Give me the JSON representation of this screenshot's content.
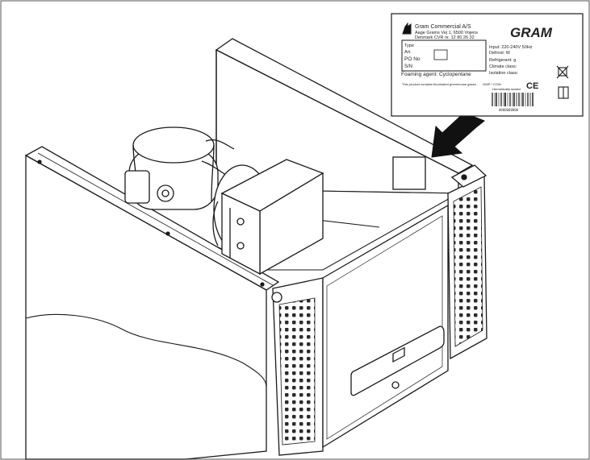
{
  "label": {
    "company": "Gram Commercial A/S",
    "address_line": "Aage Grams Vej 1, 6500 Vojens",
    "country_line": "Denmark CVR nr. 12 80 26 32",
    "type_label": "Type",
    "art_label": "Art.",
    "po_label": "PO No",
    "sn_label": "S/N",
    "right_line1": "Input: 220-240V 50Hz",
    "right_line2": "Defrost: W",
    "right_line3": "Refrigerant: g",
    "right_line4": "Climate class:",
    "right_line5": "Isolation class:",
    "foaming": "Foaming agent: Cyclopentane",
    "small_note": "This product contains fluorinated greenhouse gases",
    "small_note_right": "GWP / CO2e",
    "small_note2": "Hermetically sealed",
    "ce_mark": "CE",
    "brand": "GRAM",
    "barcode_number": "0000000000"
  },
  "colors": {
    "line": "#1a1a1a",
    "shade": "#c8c8c8",
    "grille_hole": "#2b2b2b",
    "arrow": "#111111"
  }
}
